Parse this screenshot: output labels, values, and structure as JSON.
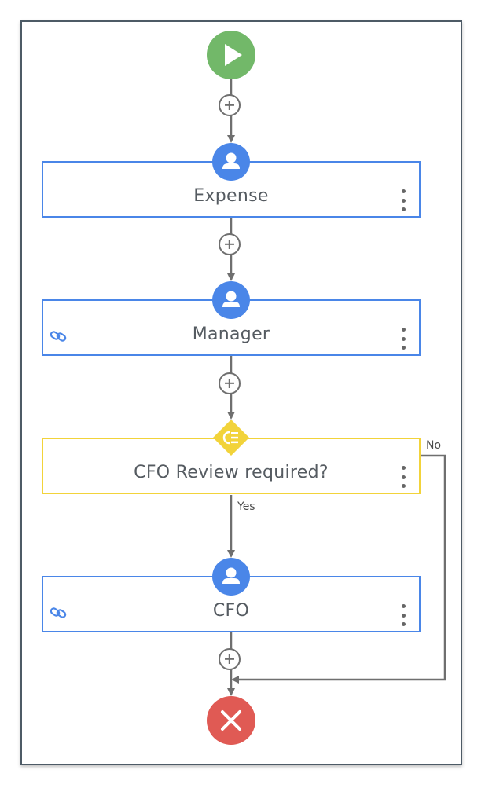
{
  "workflow": {
    "nodes": [
      {
        "label": "Expense",
        "type": "user-task",
        "linked": false
      },
      {
        "label": "Manager",
        "type": "user-task",
        "linked": true
      },
      {
        "label": "CFO Review required?",
        "type": "condition",
        "linked": false
      },
      {
        "label": "CFO",
        "type": "user-task",
        "linked": true
      }
    ],
    "edges": {
      "yes_label": "Yes",
      "no_label": "No"
    }
  },
  "colors": {
    "task_border": "#4a86e8",
    "condition": "#f2d33a",
    "start": "#72b869",
    "end": "#e05a54",
    "connector": "#6f6f6f"
  },
  "icons": {
    "start": "play-icon",
    "end": "close-icon",
    "task": "user-icon",
    "condition": "conditional-icon",
    "link": "link-icon",
    "add": "plus-icon",
    "menu": "more-vertical-icon"
  }
}
